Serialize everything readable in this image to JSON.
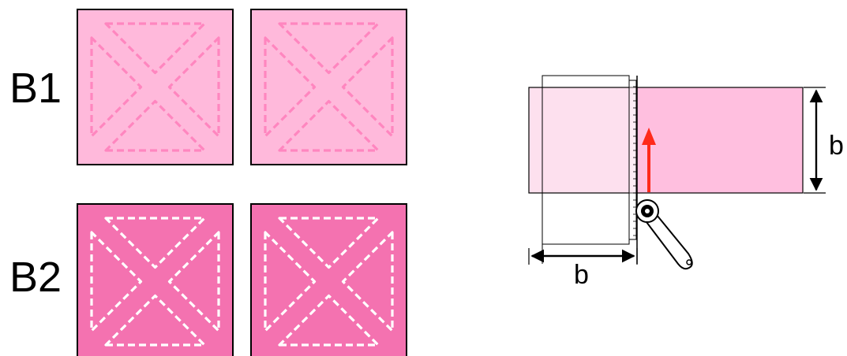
{
  "rows": [
    {
      "label": "B1",
      "block_fill": "#ffb9db",
      "stitch_color": "#ff86bf"
    },
    {
      "label": "B2",
      "block_fill": "#f472b0",
      "stitch_color": "#ffffff"
    }
  ],
  "cutting_diagram": {
    "width_label": "b",
    "height_label": "b",
    "fabric_color": "#ffbfdf",
    "fabric_light_color": "#fde0ee",
    "arrow_color": "#ff2a1a",
    "outline_color": "#000000"
  }
}
